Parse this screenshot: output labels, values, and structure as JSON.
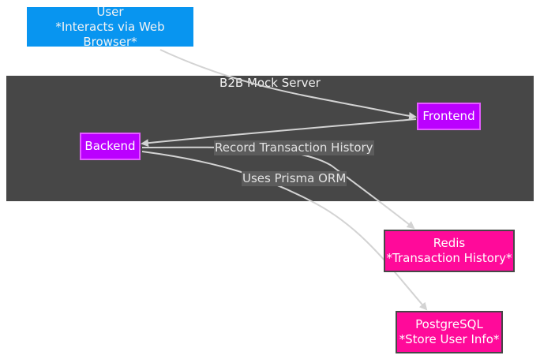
{
  "cluster": {
    "title": "B2B Mock Server"
  },
  "nodes": {
    "user": {
      "line1": "User",
      "line2": "*Interacts via Web Browser*"
    },
    "frontend": {
      "label": "Frontend"
    },
    "backend": {
      "label": "Backend"
    },
    "redis": {
      "line1": "Redis",
      "line2": "*Transaction History*"
    },
    "postgres": {
      "line1": "PostgreSQL",
      "line2": "*Store User Info*"
    }
  },
  "edges": {
    "record": "Record Transaction History",
    "prisma": "Uses Prisma ORM"
  },
  "colors": {
    "user": "#0895f0",
    "service": "#bb00ff",
    "datastore": "#ff0a9a",
    "cluster": "#474747",
    "edge": "#d3d3d3"
  }
}
